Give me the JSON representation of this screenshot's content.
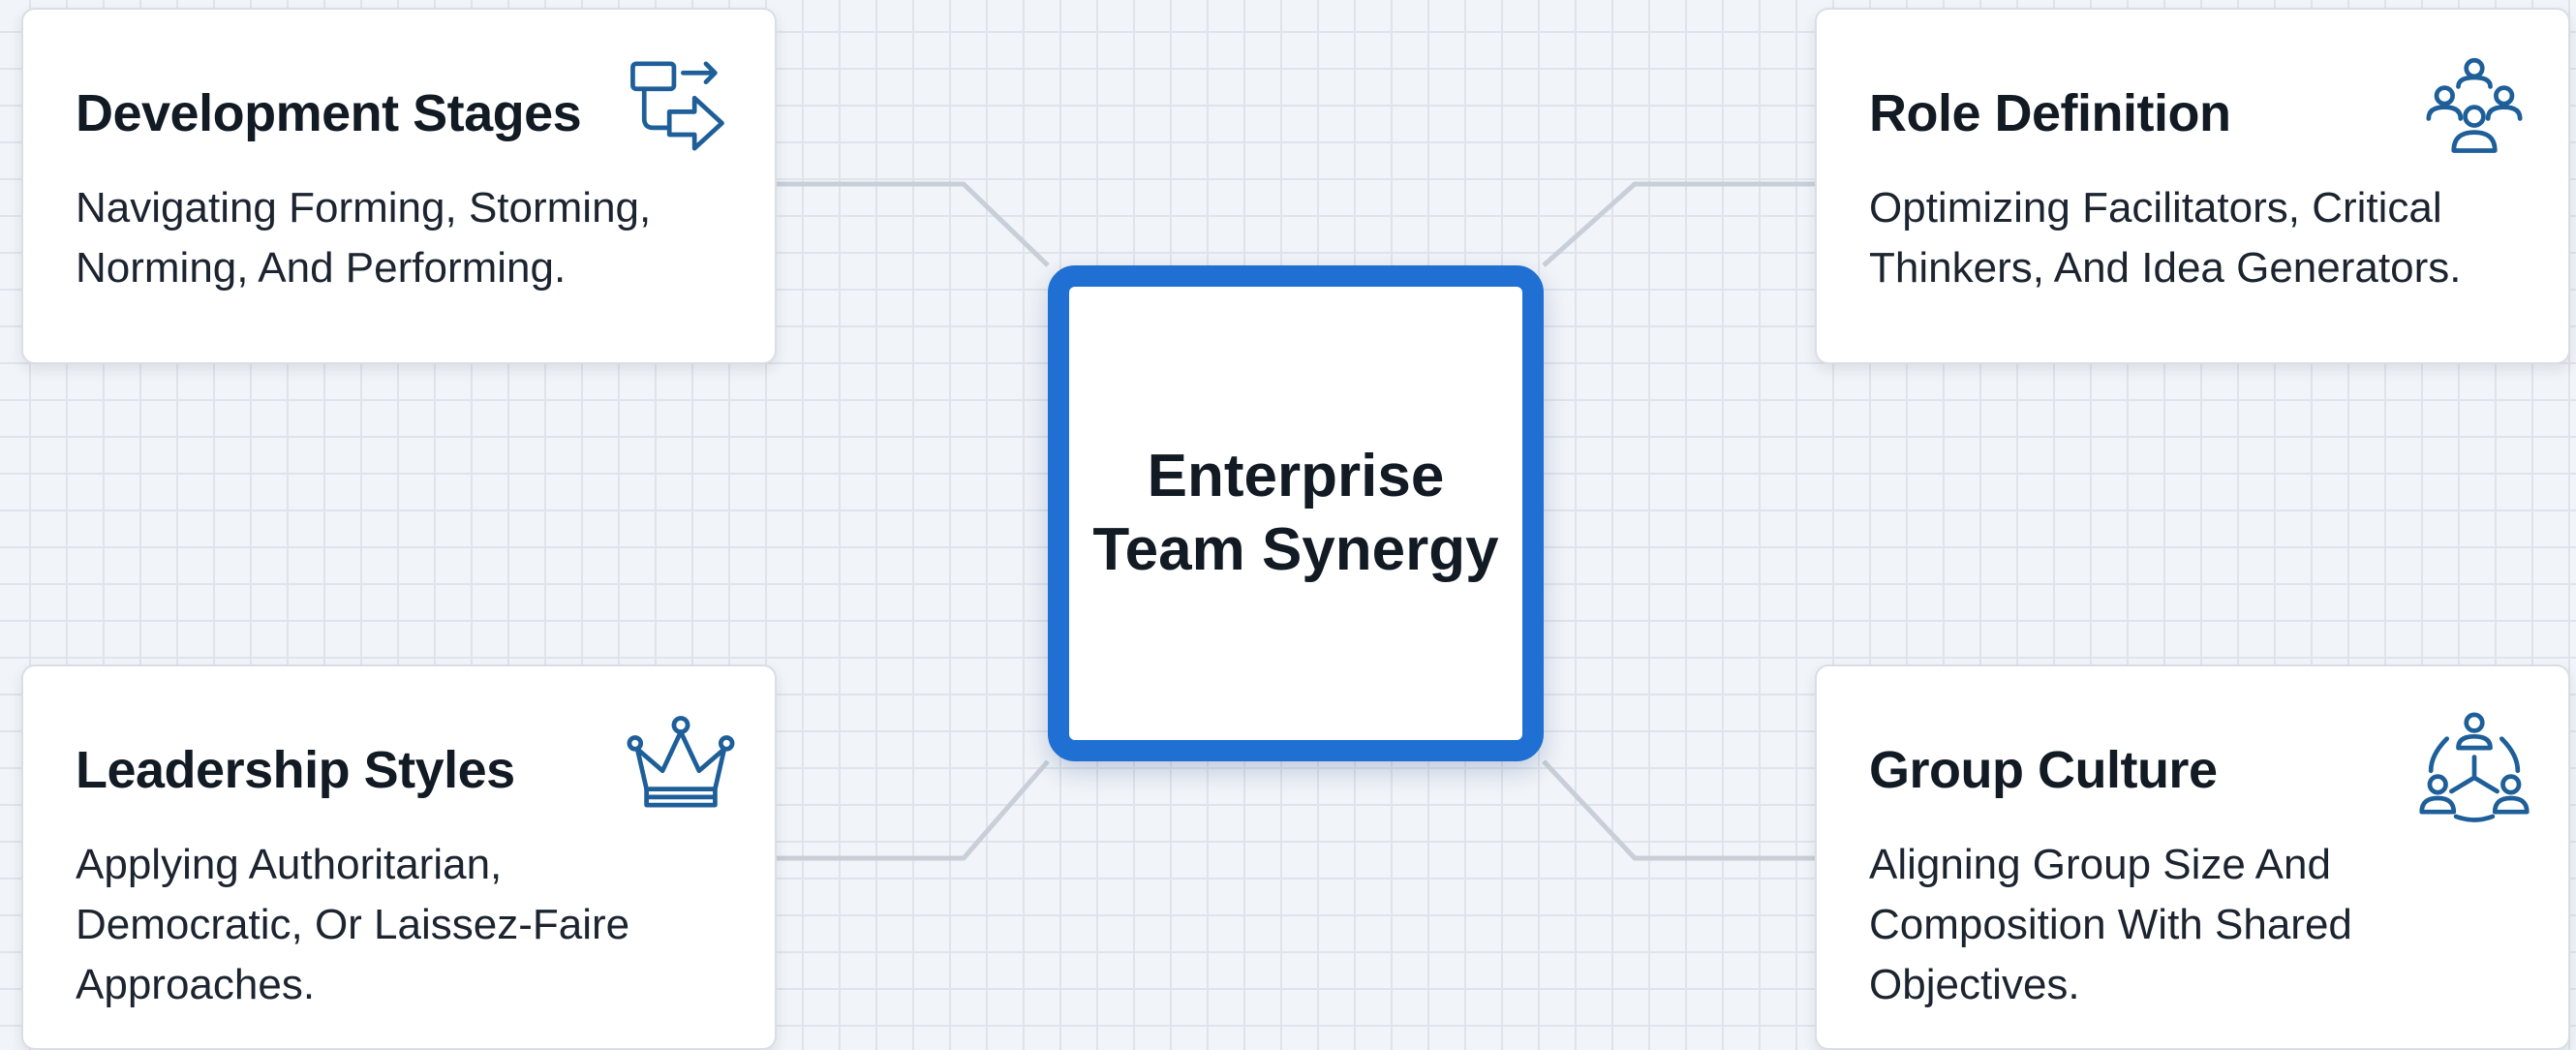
{
  "center": {
    "title": "Enterprise Team Synergy"
  },
  "nodes": [
    {
      "title": "Development Stages",
      "description": "Navigating Forming, Storming, Norming, And Performing.",
      "icon": "flow-arrows-icon"
    },
    {
      "title": "Role Definition",
      "description": "Optimizing Facilitators, Critical Thinkers, And Idea Generators.",
      "icon": "team-people-icon"
    },
    {
      "title": "Leadership Styles",
      "description": "Applying Authoritarian, Democratic, Or Laissez-Faire Approaches.",
      "icon": "crown-icon"
    },
    {
      "title": "Group Culture",
      "description": "Aligning Group Size And Composition With Shared Objectives.",
      "icon": "network-people-icon"
    }
  ],
  "colors": {
    "accent": "#1f70d2",
    "icon_stroke": "#1e5f99",
    "connector": "#c9cfd8",
    "background": "#f1f4f8",
    "card": "#ffffff"
  }
}
